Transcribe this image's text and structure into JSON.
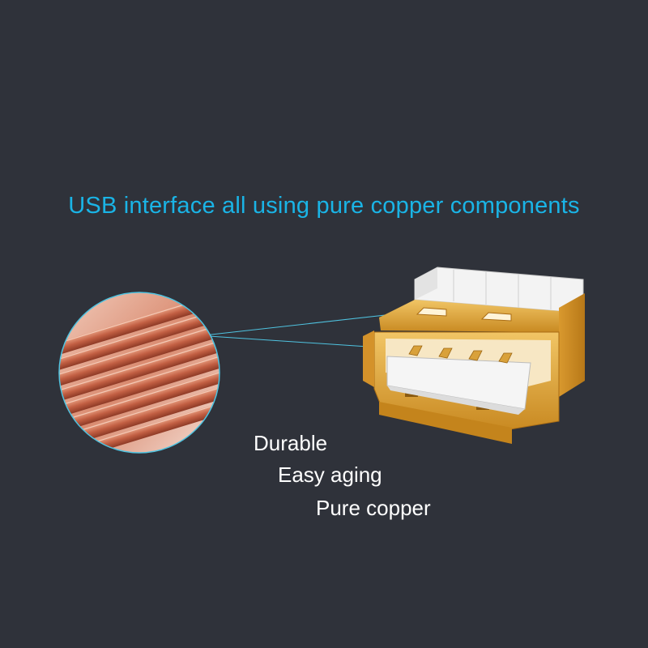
{
  "headline": "USB interface all using pure copper components",
  "features": [
    "Durable",
    "Easy aging",
    "Pure copper"
  ],
  "colors": {
    "background": "#2f323a",
    "headline": "#1ab4e6",
    "feature_text": "#ffffff",
    "callout_lines": "#4fc3e0",
    "copper": "#c8674c",
    "gold": "#e0a83a",
    "insulator": "#f3f3f3"
  },
  "images": {
    "magnifier": "copper-plates-closeup",
    "connector": "usb-a-female-connector"
  }
}
